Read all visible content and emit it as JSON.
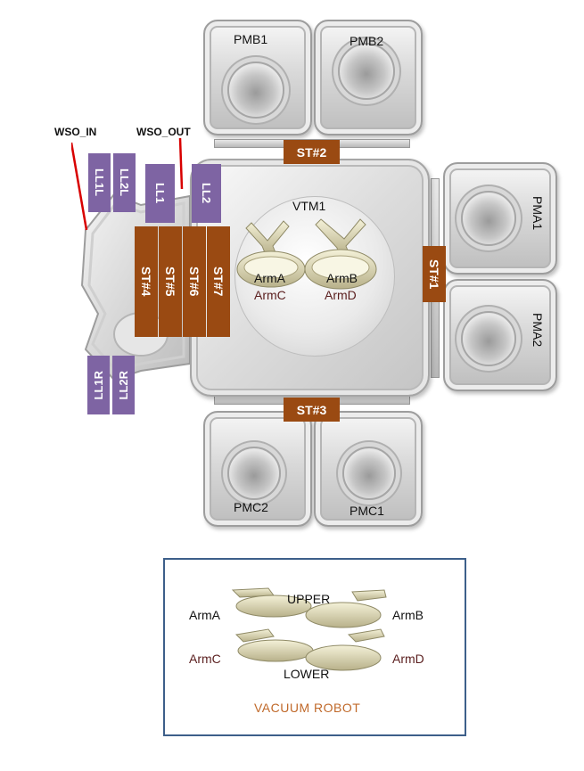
{
  "modules": {
    "pmb1": "PMB1",
    "pmb2": "PMB2",
    "pma1": "PMA1",
    "pma2": "PMA2",
    "pmc1": "PMC1",
    "pmc2": "PMC2"
  },
  "stations": {
    "st1": "ST#1",
    "st2": "ST#2",
    "st3": "ST#3",
    "st4": "ST#4",
    "st5": "ST#5",
    "st6": "ST#6",
    "st7": "ST#7"
  },
  "load_locks": {
    "ll1l": "LL1L",
    "ll2l": "LL2L",
    "ll1": "LL1",
    "ll2": "LL2",
    "ll1r": "LL1R",
    "ll2r": "LL2R"
  },
  "wso": {
    "in": "WSO_IN",
    "out": "WSO_OUT"
  },
  "vtm": {
    "title": "VTM1",
    "arm_a": "ArmA",
    "arm_b": "ArmB",
    "arm_c": "ArmC",
    "arm_d": "ArmD"
  },
  "legend": {
    "upper": "UPPER",
    "lower": "LOWER",
    "arm_a": "ArmA",
    "arm_b": "ArmB",
    "arm_c": "ArmC",
    "arm_d": "ArmD",
    "caption": "VACUUM ROBOT"
  },
  "colors": {
    "station": "#9a4a12",
    "load_lock": "#7e64a3",
    "wso_line": "#d80000",
    "legend_border": "#3d5f8a",
    "caption": "#c0692a",
    "lower_arm_text": "#5a1e1e"
  }
}
